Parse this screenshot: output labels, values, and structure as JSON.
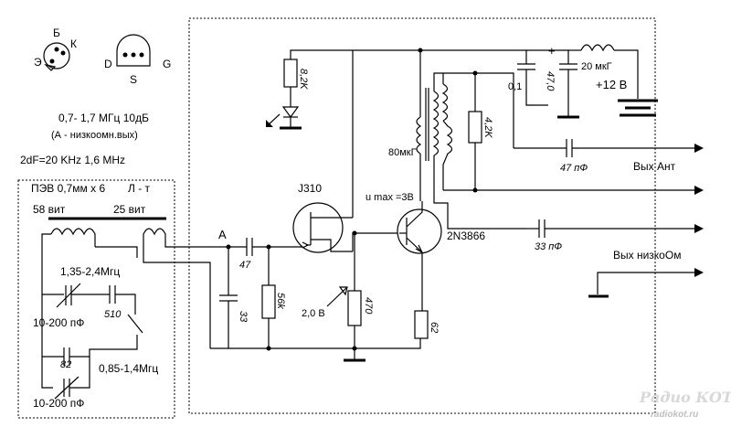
{
  "pinouts": {
    "transistor": {
      "b": "Б",
      "k": "К",
      "e": "Э"
    },
    "fet": {
      "d": "D",
      "s": "S",
      "g": "G"
    }
  },
  "info": {
    "line1": "0,7- 1,7 МГц 10дБ",
    "line2": "(А -  низкоомн.вых)",
    "line3": "2dF=20 KHz  1,6 MHz"
  },
  "coil_panel": {
    "wire": "ПЭВ 0,7мм х 6",
    "type": "Л - т",
    "turns_left": "58 вит",
    "turns_right": "25 вит",
    "range_hi": "1,35-2,4Мгц",
    "c510": "510",
    "trimmer_hi": "10-200 пФ",
    "c82": "82",
    "range_lo": "0,85-1,4Мгц",
    "trimmer_lo": "10-200 пФ"
  },
  "circuit": {
    "point_a": "A",
    "c47": "47",
    "c33": "33",
    "r56k": "56k",
    "fet_name": "J310",
    "v_bias": "2,0 В",
    "r470": "470",
    "r62": "62",
    "u_max": "u max =3В",
    "bjt_name": "2N3866",
    "r8k2": "8,2K",
    "r4k2": "4,2K",
    "l80": "80мкГ",
    "c0_1": "0,1",
    "c47u": "47,0",
    "plus": "+",
    "l20": "20 мкГ",
    "vcc": "+12 В",
    "c47p": "47 пФ",
    "out_ant": "Вых Ант",
    "c33p": "33 пФ",
    "out_low": "Вых низкоОм"
  },
  "watermark": {
    "logo": "Радио КОТ",
    "url": "radiokot.ru"
  }
}
